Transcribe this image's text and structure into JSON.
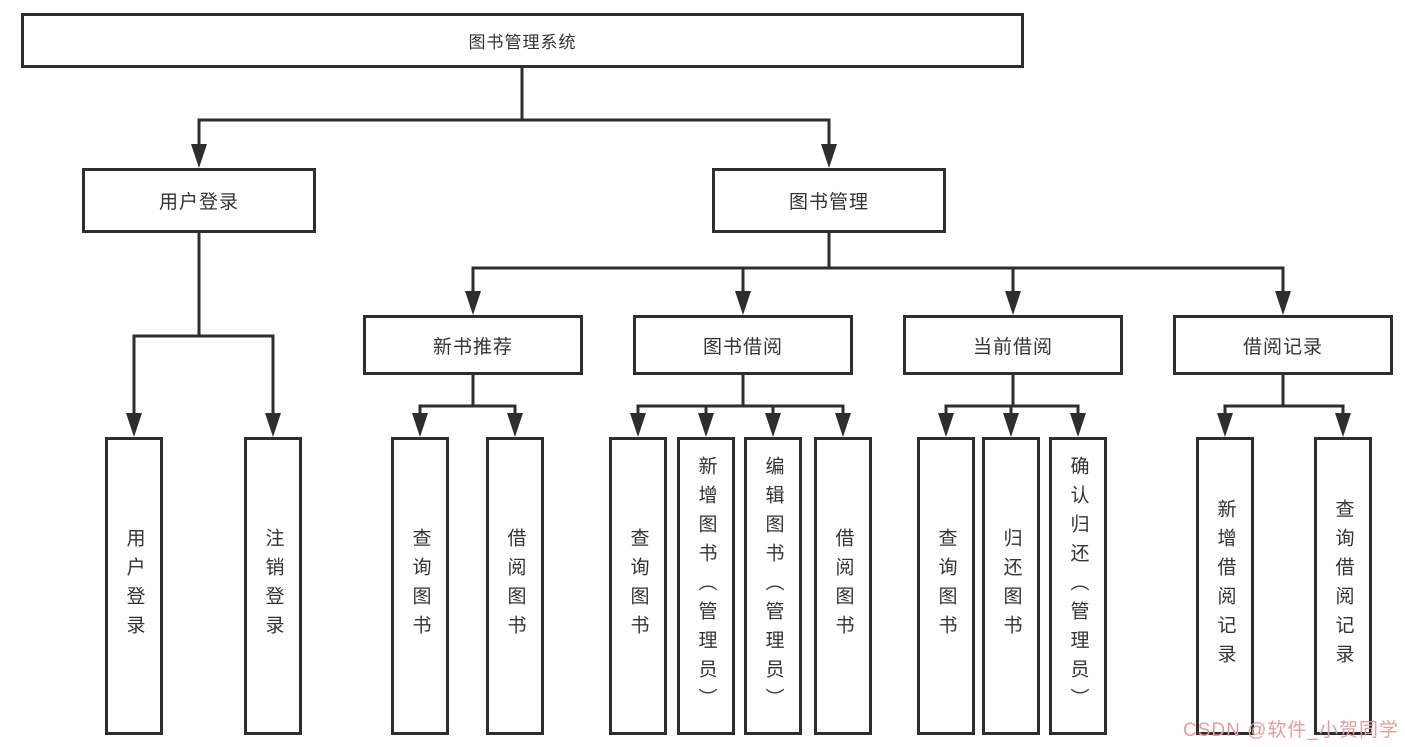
{
  "diagram_type": "hierarchy-tree",
  "colors": {
    "line": "#2e2e2e",
    "box_border": "#2e2e2e",
    "text": "#333333",
    "background": "#ffffff",
    "watermark": "#e89c9c"
  },
  "watermark": {
    "text": "CSDN @软件_小贺同学"
  },
  "tree": {
    "label": "图书管理系统",
    "children": [
      {
        "label": "用户登录",
        "children": [
          {
            "label": "用户登录"
          },
          {
            "label": "注销登录"
          }
        ]
      },
      {
        "label": "图书管理",
        "children": [
          {
            "label": "新书推荐",
            "children": [
              {
                "label": "查询图书"
              },
              {
                "label": "借阅图书"
              }
            ]
          },
          {
            "label": "图书借阅",
            "children": [
              {
                "label": "查询图书"
              },
              {
                "label": "新增图书（管理员）"
              },
              {
                "label": "编辑图书（管理员）"
              },
              {
                "label": "借阅图书"
              }
            ]
          },
          {
            "label": "当前借阅",
            "children": [
              {
                "label": "查询图书"
              },
              {
                "label": "归还图书"
              },
              {
                "label": "确认归还（管理员）"
              }
            ]
          },
          {
            "label": "借阅记录",
            "children": [
              {
                "label": "新增借阅记录"
              },
              {
                "label": "查询借阅记录"
              }
            ]
          }
        ]
      }
    ]
  }
}
